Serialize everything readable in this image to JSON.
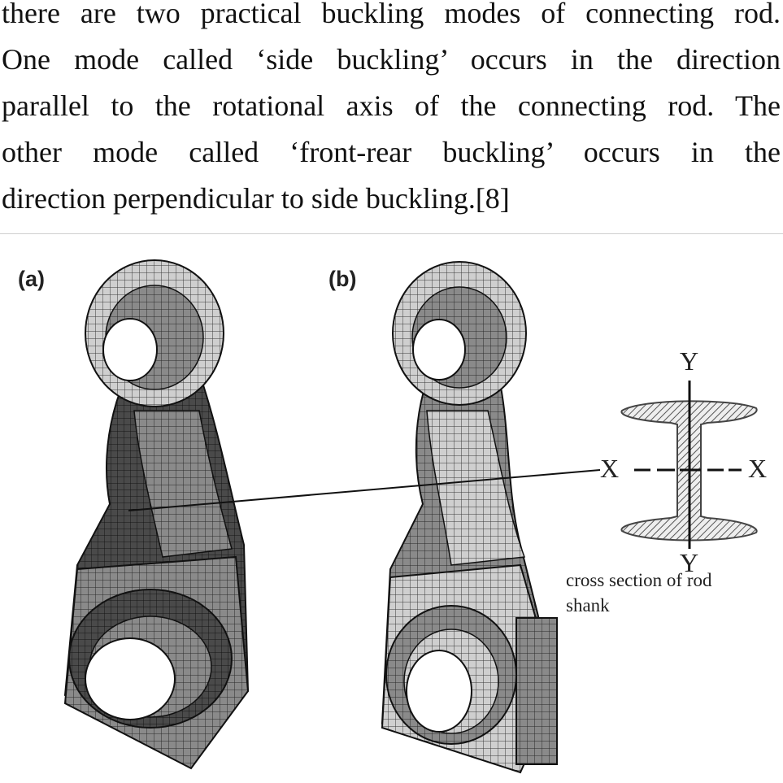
{
  "body_text": {
    "lines": [
      "there are two practical buckling modes of connecting rod.",
      "One mode called ‘side buckling’ occurs in the direction",
      "parallel to the rotational axis of the connecting rod. The",
      "other mode called ‘front-rear buckling’ occurs in the",
      "direction perpendicular to side buckling.[8]"
    ]
  },
  "figure": {
    "panel_a_label": "(a)",
    "panel_b_label": "(b)",
    "cross_section": {
      "y_top": "Y",
      "y_bottom": "Y",
      "x_left": "X",
      "x_right": "X",
      "caption_line1": "cross section of rod",
      "caption_line2": "shank"
    }
  }
}
